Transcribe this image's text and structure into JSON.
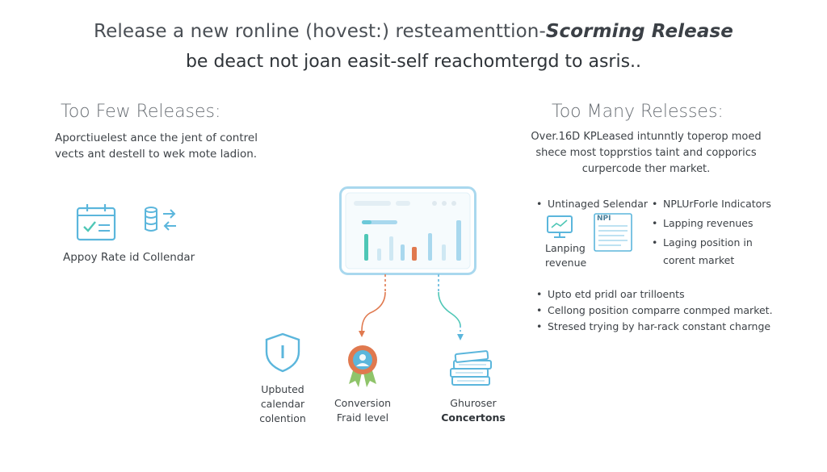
{
  "header": {
    "title_main": "Release a new ronline (hovest:) resteamenttion-",
    "title_emphasis": "Scorming Release",
    "subtitle": "be deact not joan easit-self reachomtergd to asris.."
  },
  "left": {
    "title": "Too Few Releases:",
    "description_lines": [
      "Aporctiuelest ance the jent of contrel",
      "vects ant destell to wek mote ladion."
    ],
    "icon_caption": "Appoy Rate id Collendar",
    "icons": [
      "calendar-check-icon",
      "database-sync-icon"
    ]
  },
  "right": {
    "title": "Too Many Relesses:",
    "description_lines": [
      "Over.16D KPLeased intunntly toperop moed",
      "shece most topprstios taint and copporics",
      "curpercode ther market."
    ],
    "col1_item": "Untinaged Selendar",
    "col1_caption_lines": [
      "Lanping",
      "revenue"
    ],
    "doc_label": "NPI",
    "col2_items": [
      "NPLUrForle Indicators",
      "Lapping revenues",
      "Laging position in"
    ],
    "col2_continuation": "corent market",
    "bottom_list": [
      "Upto etd pridl oar trilloents",
      "Cellong position comparre conmped market.",
      "Stresed trying by har-rack constant charnge"
    ]
  },
  "center": {
    "bottom_items": [
      {
        "icon": "shield-icon",
        "lines": [
          "Upbuted",
          "calendar",
          "colention"
        ]
      },
      {
        "icon": "award-badge-icon",
        "lines": [
          "Conversion",
          "Fraid level"
        ]
      },
      {
        "icon": "stacked-stack-icon",
        "lines": [
          "Ghuroser"
        ],
        "bold_line": "Concertons"
      }
    ]
  },
  "colors": {
    "accent_blue": "#5bb6dc",
    "accent_teal": "#4fc7b6",
    "accent_orange": "#e0794f",
    "light_blue": "#a9d8ee"
  }
}
